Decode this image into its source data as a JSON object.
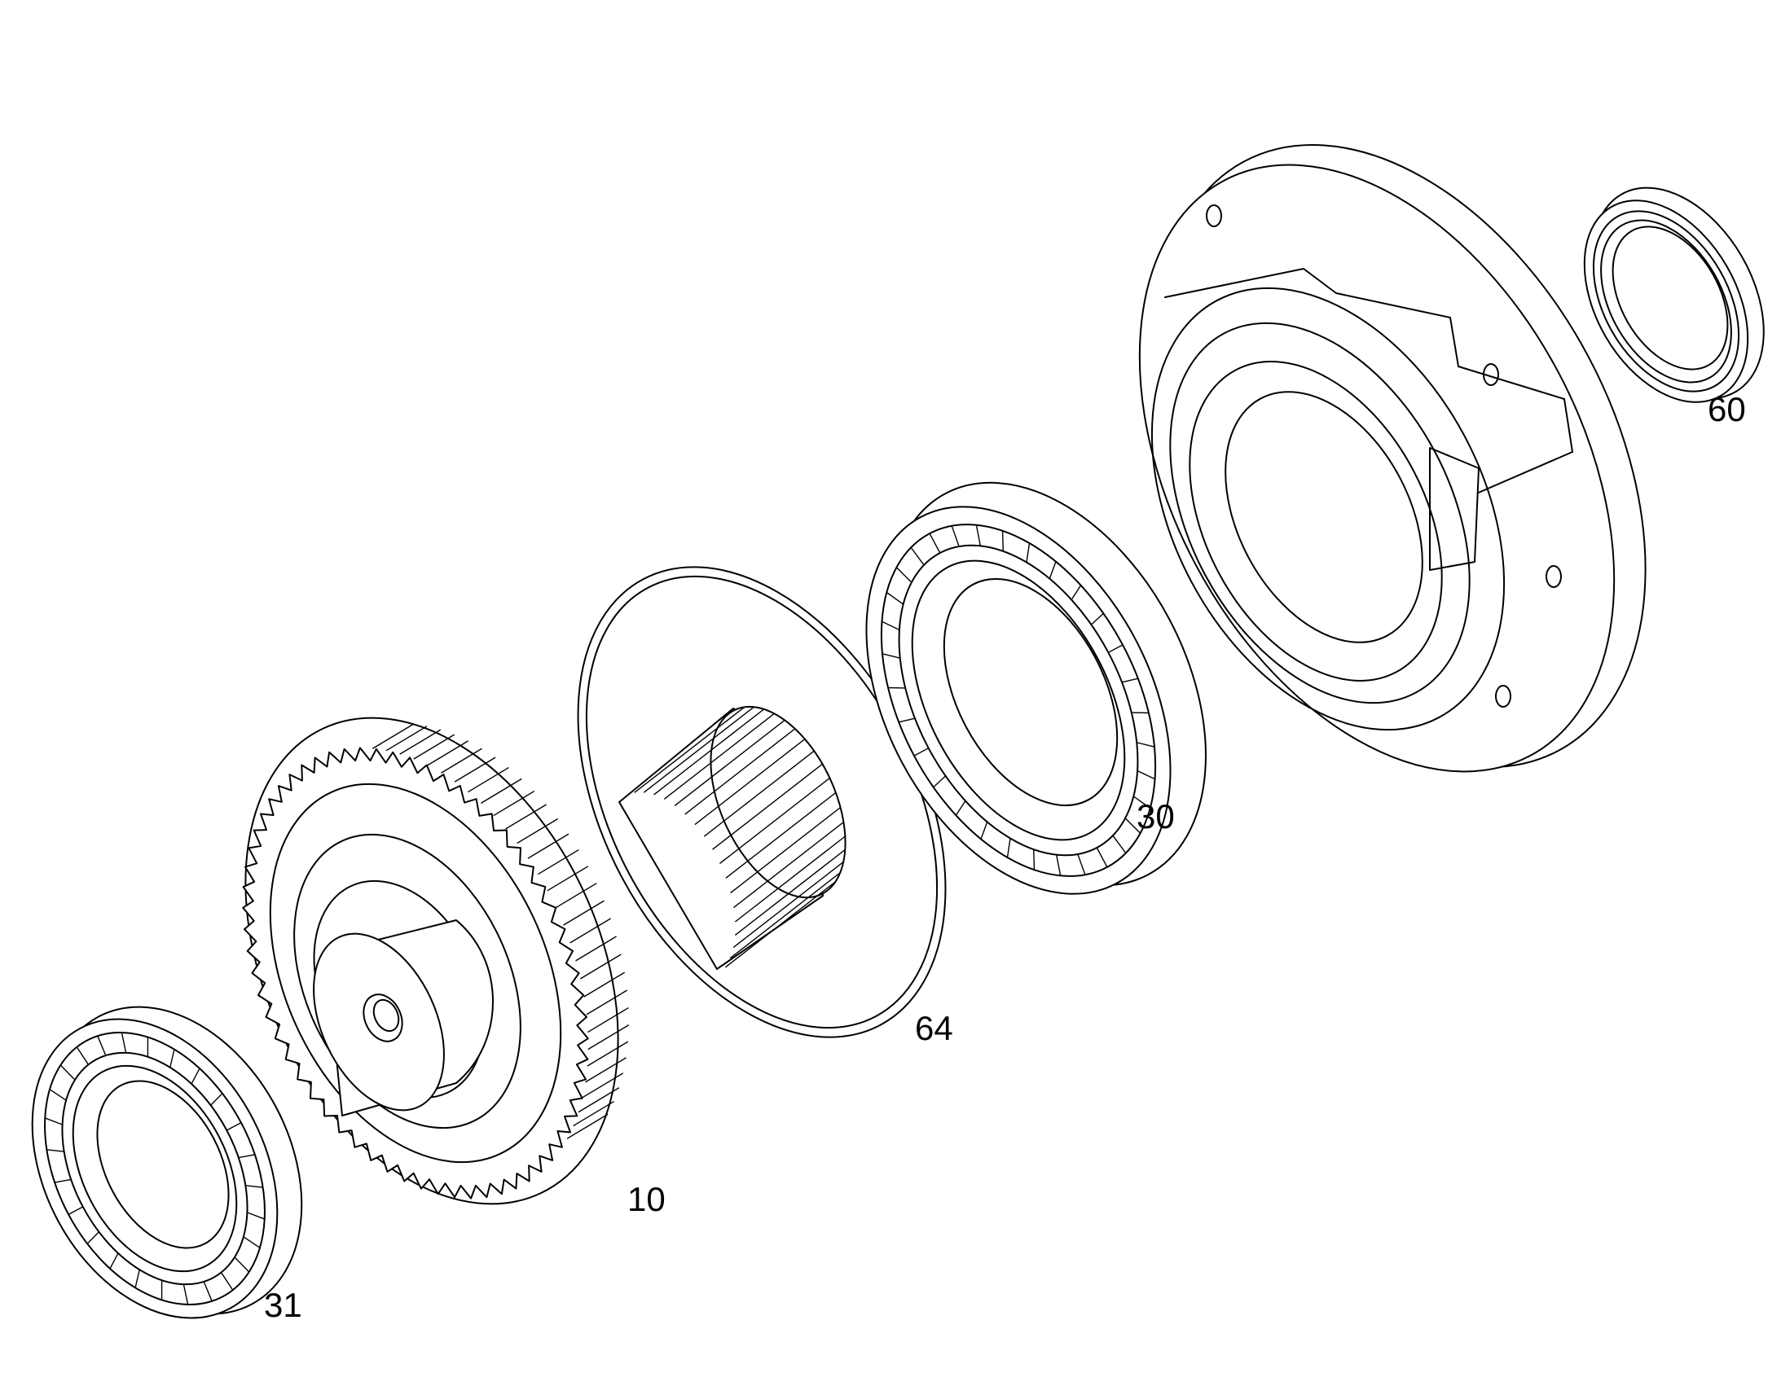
{
  "diagram": {
    "parts": [
      {
        "id": "roller-bearing-31",
        "label": "31",
        "kind": "cylindrical roller bearing"
      },
      {
        "id": "spur-gear-shaft-10",
        "label": "10",
        "kind": "spur gear with splined shaft"
      },
      {
        "id": "o-ring-64",
        "label": "64",
        "kind": "o-ring"
      },
      {
        "id": "roller-bearing-30",
        "label": "30",
        "kind": "cylindrical roller bearing"
      },
      {
        "id": "bearing-cover-flange",
        "label": "",
        "kind": "bearing cover flange"
      },
      {
        "id": "shaft-seal-60",
        "label": "60",
        "kind": "shaft seal"
      }
    ],
    "line_color": "#000000",
    "background": "#ffffff"
  }
}
